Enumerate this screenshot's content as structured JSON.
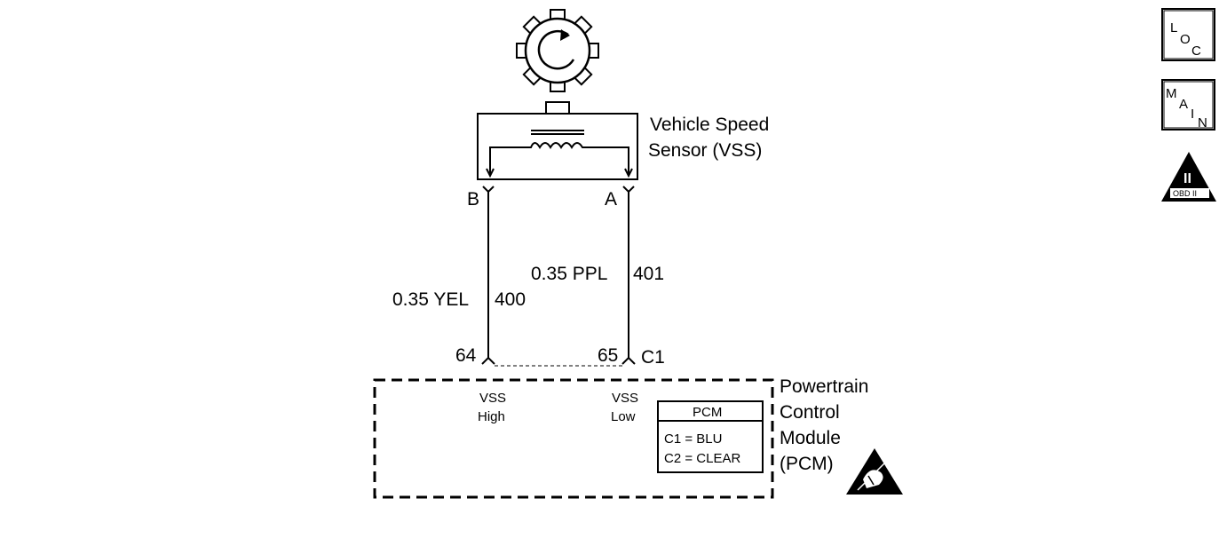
{
  "sensor": {
    "name_line1": "Vehicle Speed",
    "name_line2": "Sensor (VSS)",
    "pin_b": "B",
    "pin_a": "A"
  },
  "wires": {
    "left": {
      "gauge_color": "0.35 YEL",
      "circuit": "400",
      "pcm_pin": "64"
    },
    "right": {
      "gauge_color": "0.35 PPL",
      "circuit": "401",
      "pcm_pin": "65"
    },
    "connector": "C1"
  },
  "pcm": {
    "input_high_line1": "VSS",
    "input_high_line2": "High",
    "input_low_line1": "VSS",
    "input_low_line2": "Low",
    "table_header": "PCM",
    "table_row1": "C1 = BLU",
    "table_row2": "C2 = CLEAR",
    "name_line1": "Powertrain",
    "name_line2": "Control",
    "name_line3": "Module",
    "name_line4": "(PCM)"
  },
  "nav": {
    "loc_l": "L",
    "loc_o": "O",
    "loc_c": "C",
    "main_m": "M",
    "main_a": "A",
    "main_i": "I",
    "main_n": "N",
    "obd_numeral": "II",
    "obd_label": "OBD II"
  },
  "icons": [
    "reluctor-wheel-icon",
    "esd-warning-icon",
    "obd-ii-icon"
  ]
}
